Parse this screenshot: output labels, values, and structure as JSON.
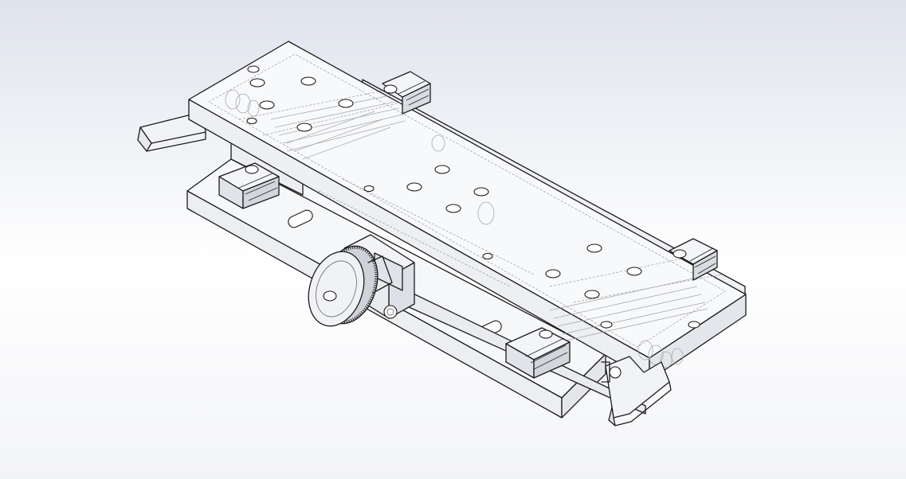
{
  "viewport": {
    "background_top": "#dfe3ec",
    "background_mid": "#ffffff",
    "background_bottom": "#f3f4f7",
    "line_color": "#1b1b1b",
    "hidden_line_color": "#9a9a9a",
    "face_color": "#f7f8fa"
  },
  "model": {
    "display_style": "hidden-lines-visible",
    "view": "isometric",
    "parts": [
      "top-plate",
      "base-plate",
      "knurled-knob",
      "left-handle",
      "right-handle",
      "rail-clamp-front-left",
      "rail-clamp-back-left",
      "rail-clamp-back-right",
      "rail-clamp-front-right"
    ]
  }
}
